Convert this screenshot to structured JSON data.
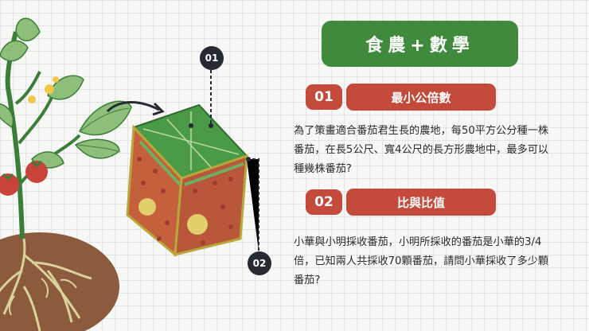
{
  "header": {
    "title": "食農+數學"
  },
  "sections": [
    {
      "number": "01",
      "label": "最小公倍數",
      "text": "為了策畫適合番茄君生長的農地，每50平方公分種一株番茄，在長5公尺、寬4公尺的長方形農地中，最多可以種幾株番茄?"
    },
    {
      "number": "02",
      "label": "比與比值",
      "text": "小華與小明採收番茄，小明所採收的番茄是小華的3/4倍，已知兩人共採收70顆番茄，請問小華採收了多少顆番茄?"
    }
  ],
  "callouts": [
    "01",
    "02"
  ],
  "colors": {
    "green": "#3f8a3c",
    "red": "#c44a3b",
    "dark": "#262a33",
    "soil": "#8c5a3c"
  }
}
